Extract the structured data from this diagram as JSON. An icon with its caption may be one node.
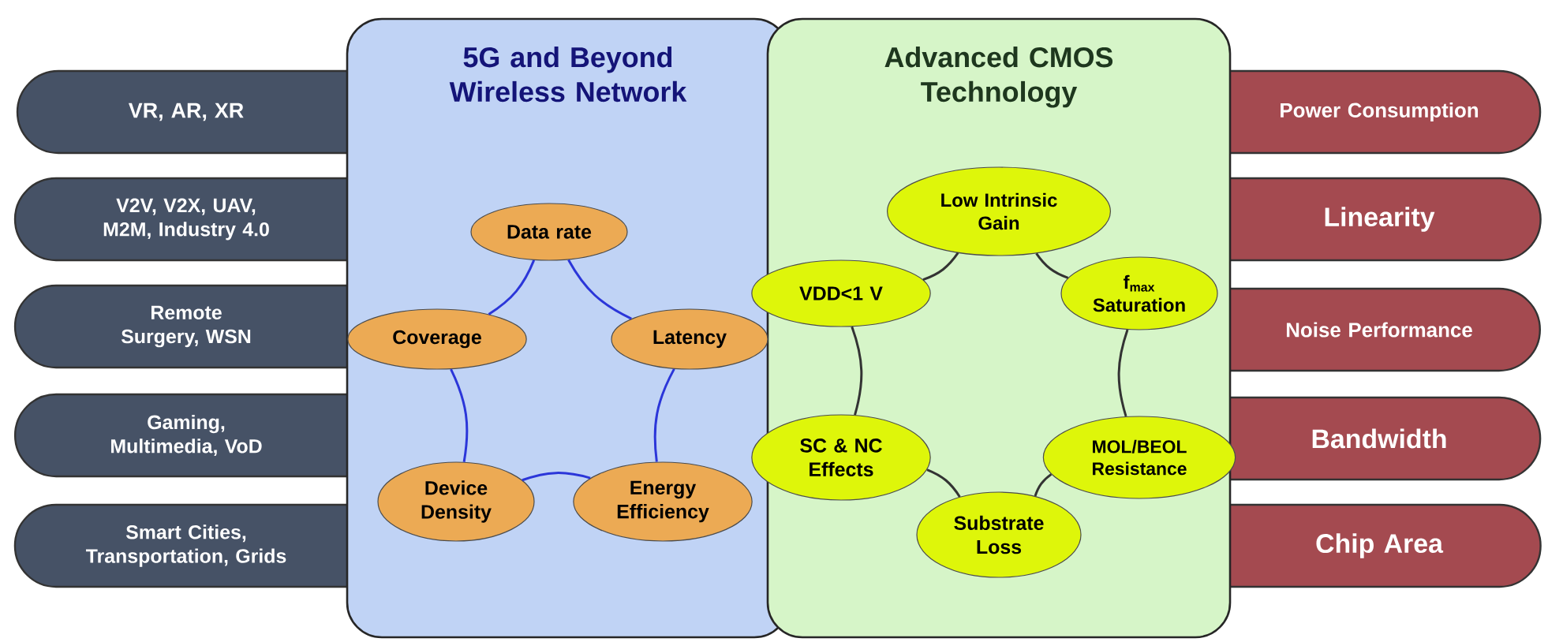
{
  "diagram": {
    "nodes": [
      {
        "text": [
          "VR, AR, XR"
        ]
      },
      {
        "text": [
          "V2V, V2X, UAV, M2M, Industry 4.0"
        ]
      },
      {
        "text": [
          "Remote Surgery, WSN"
        ]
      },
      {
        "text": [
          "Gaming, Multimedia, VoD"
        ]
      },
      {
        "text": [
          "Smart Cities, Transportation, Grids"
        ]
      },
      {
        "text": [
          "5G and Beyond Wireless Network"
        ]
      },
      {
        "text": [
          "Data rate"
        ],
        "in": 5
      },
      {
        "text": [
          "Coverage"
        ],
        "in": 5
      },
      {
        "text": [
          "Latency"
        ],
        "in": 5
      },
      {
        "text": [
          "Device Density"
        ],
        "in": 5
      },
      {
        "text": [
          "Energy Efficiency"
        ],
        "in": 5
      },
      {
        "text": [
          "Advanced CMOS Technology"
        ]
      },
      {
        "text": [
          "Low Intrinsic Gain"
        ],
        "in": 11
      },
      {
        "text": [
          "VDD<1 V"
        ],
        "in": 11
      },
      {
        "text": [
          "f$_{max}$ Saturation"
        ],
        "in": 11
      },
      {
        "text": [
          "SC & NC Effects"
        ],
        "in": 11
      },
      {
        "text": [
          "MOL/BEOL Resistance"
        ],
        "in": 11
      },
      {
        "text": [
          "Substrate Loss"
        ],
        "in": 11
      },
      {
        "text": [
          "Power Consumption"
        ]
      },
      {
        "text": [
          "Linearity"
        ]
      },
      {
        "text": [
          "Noise Performance"
        ]
      },
      {
        "text": [
          "Bandwidth"
        ]
      },
      {
        "text": [
          "Chip Area"
        ]
      }
    ],
    "edges": [
      {
        "from": 6,
        "to": 8,
        "arrow": "none",
        "color": "#2b36d9"
      },
      {
        "from": 8,
        "to": 10,
        "arrow": "none",
        "color": "#2b36d9"
      },
      {
        "from": 10,
        "to": 9,
        "arrow": "none",
        "color": "#2b36d9"
      },
      {
        "from": 9,
        "to": 7,
        "arrow": "none",
        "color": "#2b36d9"
      },
      {
        "from": 7,
        "to": 6,
        "arrow": "none",
        "color": "#2b36d9"
      },
      {
        "from": 12,
        "to": 14,
        "arrow": "none",
        "color": "#333333"
      },
      {
        "from": 14,
        "to": 16,
        "arrow": "none",
        "color": "#333333"
      },
      {
        "from": 16,
        "to": 17,
        "arrow": "none",
        "color": "#333333"
      },
      {
        "from": 17,
        "to": 15,
        "arrow": "none",
        "color": "#333333"
      },
      {
        "from": 15,
        "to": 13,
        "arrow": "none",
        "color": "#333333"
      },
      {
        "from": 13,
        "to": 12,
        "arrow": "none",
        "color": "#333333"
      }
    ]
  }
}
